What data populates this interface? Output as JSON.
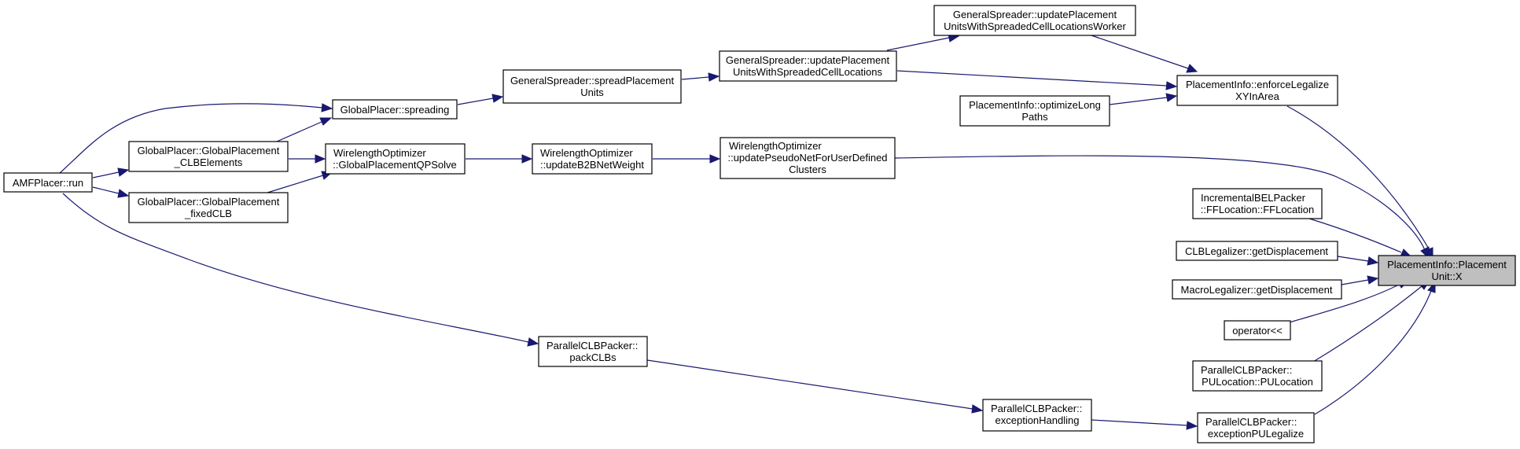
{
  "diagram": {
    "root": "n_x",
    "colors": {
      "edge": "#191970",
      "node_border": "#000000",
      "root_fill": "#bfbfbf",
      "node_fill": "#ffffff"
    },
    "nodes": [
      {
        "id": "n_amf",
        "lines": [
          "AMFPlacer::run"
        ]
      },
      {
        "id": "n_spread",
        "lines": [
          "GlobalPlacer::spreading"
        ]
      },
      {
        "id": "n_gpclb",
        "lines": [
          "GlobalPlacer::GlobalPlacement",
          "_CLBElements"
        ]
      },
      {
        "id": "n_gpfix",
        "lines": [
          "GlobalPlacer::GlobalPlacement",
          "_fixedCLB"
        ]
      },
      {
        "id": "n_gsspread",
        "lines": [
          "GeneralSpreader::spreadPlacement",
          "Units"
        ]
      },
      {
        "id": "n_woqp",
        "lines": [
          "WirelengthOptimizer",
          "::GlobalPlacementQPSolve"
        ]
      },
      {
        "id": "n_wob2b",
        "lines": [
          "WirelengthOptimizer",
          "::updateB2BNetWeight"
        ]
      },
      {
        "id": "n_gsupd",
        "lines": [
          "GeneralSpreader::updatePlacement",
          "UnitsWithSpreadedCellLocations"
        ]
      },
      {
        "id": "n_gsworker",
        "lines": [
          "GeneralSpreader::updatePlacement",
          "UnitsWithSpreadedCellLocationsWorker"
        ]
      },
      {
        "id": "n_wopseudo",
        "lines": [
          "WirelengthOptimizer",
          "::updatePseudoNetForUserDefined",
          "Clusters"
        ]
      },
      {
        "id": "n_pilong",
        "lines": [
          "PlacementInfo::optimizeLong",
          "Paths"
        ]
      },
      {
        "id": "n_pienforce",
        "lines": [
          "PlacementInfo::enforceLegalize",
          "XYInArea"
        ]
      },
      {
        "id": "n_ibel",
        "lines": [
          "IncrementalBELPacker",
          "::FFLocation::FFLocation"
        ]
      },
      {
        "id": "n_clbdisp",
        "lines": [
          "CLBLegalizer::getDisplacement"
        ]
      },
      {
        "id": "n_macrodisp",
        "lines": [
          "MacroLegalizer::getDisplacement"
        ]
      },
      {
        "id": "n_op",
        "lines": [
          "operator<<"
        ]
      },
      {
        "id": "n_pupuloc",
        "lines": [
          "ParallelCLBPacker::",
          "PULocation::PULocation"
        ]
      },
      {
        "id": "n_puleg",
        "lines": [
          "ParallelCLBPacker::",
          "exceptionPULegalize"
        ]
      },
      {
        "id": "n_exc",
        "lines": [
          "ParallelCLBPacker::",
          "exceptionHandling"
        ]
      },
      {
        "id": "n_pack",
        "lines": [
          "ParallelCLBPacker::",
          "packCLBs"
        ]
      },
      {
        "id": "n_x",
        "lines": [
          "PlacementInfo::Placement",
          "Unit::X"
        ]
      }
    ]
  }
}
